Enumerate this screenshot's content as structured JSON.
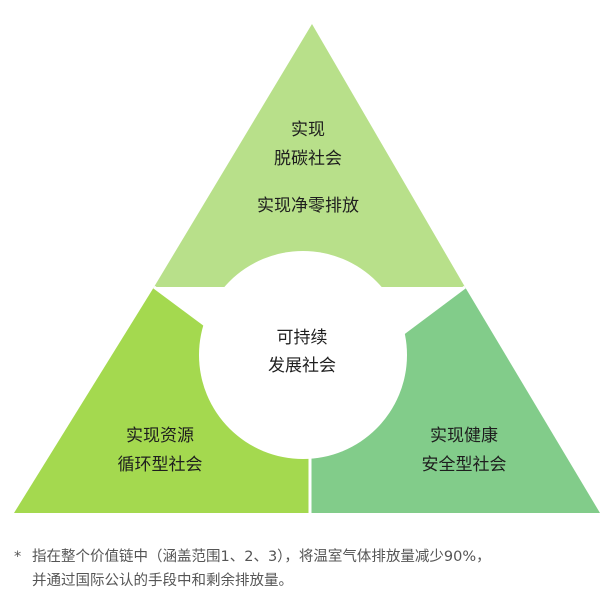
{
  "diagram": {
    "top": {
      "line1": "实现",
      "line2": "脱碳社会",
      "line3": "实现净零排放",
      "color": "#b8e08a"
    },
    "center": {
      "line1": "可持续",
      "line2": "发展社会",
      "color": "#ffffff"
    },
    "left": {
      "line1": "实现资源",
      "line2": "循环型社会",
      "color": "#a4d94f"
    },
    "right": {
      "line1": "实现健康",
      "line2": "安全型社会",
      "color": "#82cc8a"
    }
  },
  "footnote": {
    "marker": "*",
    "line1": "指在整个价值链中（涵盖范围1、2、3），将温室气体排放量减少90%，",
    "line2": "并通过国际公认的手段中和剩余排放量。"
  }
}
